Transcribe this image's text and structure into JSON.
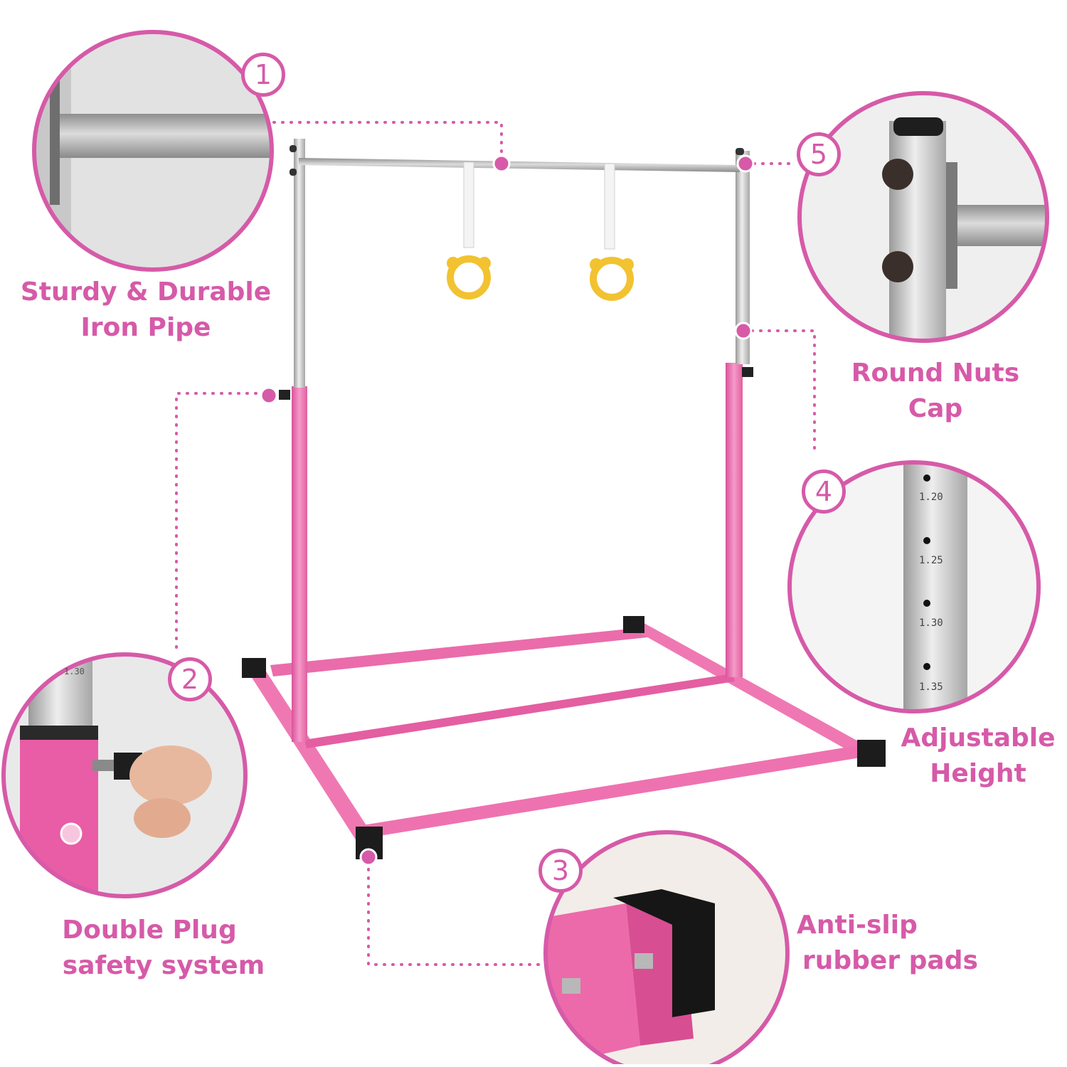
{
  "colors": {
    "accent": "#d65aa8",
    "frame": "#ec6fae",
    "bar": "#b6b6b6",
    "ring": "#f2c230",
    "pad": "#1c1c1c"
  },
  "features": [
    {
      "number": "1",
      "line1": "Sturdy & Durable",
      "line2": "Iron Pipe"
    },
    {
      "number": "2",
      "line1": "Double Plug",
      "line2": "safety system"
    },
    {
      "number": "3",
      "line1": "Anti-slip",
      "line2": "rubber pads"
    },
    {
      "number": "4",
      "line1": "Adjustable",
      "line2": "Height"
    },
    {
      "number": "5",
      "line1": "Round Nuts",
      "line2": "Cap"
    }
  ],
  "height_scale": [
    "1.20",
    "1.25",
    "1.30",
    "1.35"
  ],
  "partial_scale_mark": "1.30"
}
